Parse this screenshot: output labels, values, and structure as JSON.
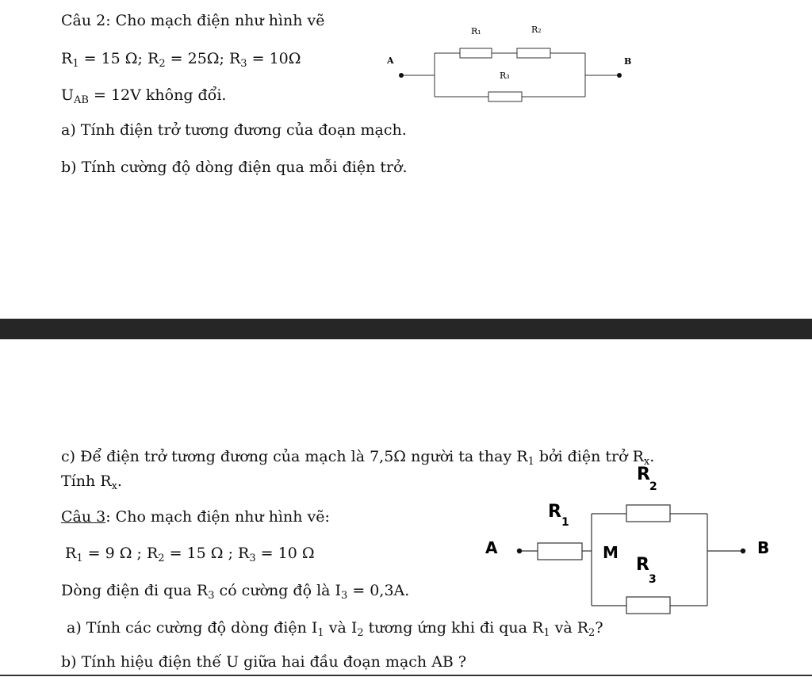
{
  "q2": {
    "title": "Câu 2: Cho mạch điện như hình vẽ",
    "values": {
      "r1_label": "R",
      "r1_sub": "1",
      "r1_val": " = 15 Ω; ",
      "r2_label": "R",
      "r2_sub": "2",
      "r2_val": " = 25Ω; ",
      "r3_label": "R",
      "r3_sub": "3",
      "r3_val": " =  10Ω"
    },
    "voltage": {
      "u": "U",
      "u_sub": "AB",
      "rest": " = 12V không đổi."
    },
    "part_a": "a) Tính điện trở tương đương của đoạn mạch.",
    "part_b": "b) Tính cường độ dòng điện qua mỗi điện trở.",
    "circuit": {
      "A": "A",
      "B": "B",
      "R1": "R₁",
      "R2": "R₂",
      "R3": "R₃"
    }
  },
  "q2c": {
    "line1_a": "c) Để điện trở tương đương của mạch là 7,5Ω người ta thay R",
    "line1_sub": "1",
    "line1_b": " bởi điện trở R",
    "line1_sub2": "x",
    "line1_c": ".",
    "line2_a": "Tính R",
    "line2_sub": "x",
    "line2_b": "."
  },
  "q3": {
    "title_label": "Câu 3",
    "title_rest": ":  Cho mạch điện như hình vẽ:",
    "values": {
      "r1_label": "R",
      "r1_sub": "1",
      "r1_val": " = 9 Ω ; ",
      "r2_label": "R",
      "r2_sub": "2",
      "r2_val": " = 15 Ω ; ",
      "r3_label": "R",
      "r3_sub": "3",
      "r3_val": " = 10 Ω"
    },
    "current": {
      "a": "Dòng điện đi qua R",
      "sub": "3",
      "b": " có cường độ là I",
      "sub2": "3",
      "c": " = 0,3A."
    },
    "part_a": {
      "a": "a) Tính các cường độ dòng điện I",
      "s1": "1",
      "b": " và I",
      "s2": "2",
      "c": " tương ứng khi đi qua R",
      "s3": "1",
      "d": " và R",
      "s4": "2",
      "e": "?"
    },
    "part_b": "b) Tính hiệu điện thế U giữa hai đầu đoạn mạch AB ?",
    "circuit": {
      "A": "A",
      "B": "B",
      "M": "M",
      "R1": "R",
      "R1_sub": "1",
      "R2": "R",
      "R2_sub": "2",
      "R3": "R",
      "R3_sub": "3"
    }
  }
}
